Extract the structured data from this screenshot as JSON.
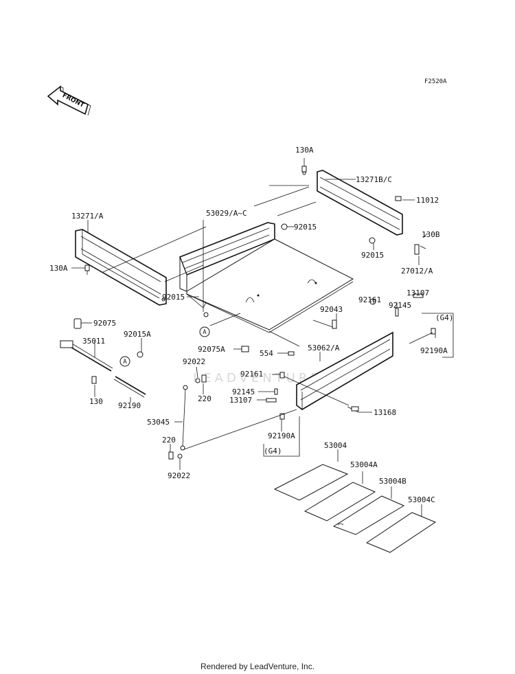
{
  "diagram_code": "F2520A",
  "front_label": "FRONT",
  "watermark": "LEADVENTURE",
  "footer": "Rendered by LeadVenture, Inc.",
  "callouts": [
    {
      "id": "c1",
      "text": "130A"
    },
    {
      "id": "c2",
      "text": "13271B/C"
    },
    {
      "id": "c3",
      "text": "11012"
    },
    {
      "id": "c4",
      "text": "13271/A"
    },
    {
      "id": "c5",
      "text": "53029/A~C"
    },
    {
      "id": "c6",
      "text": "92015"
    },
    {
      "id": "c7",
      "text": "130B"
    },
    {
      "id": "c8",
      "text": "92015"
    },
    {
      "id": "c9",
      "text": "130A"
    },
    {
      "id": "c10",
      "text": "27012/A"
    },
    {
      "id": "c11",
      "text": "13107"
    },
    {
      "id": "c12",
      "text": "92161"
    },
    {
      "id": "c13",
      "text": "92145"
    },
    {
      "id": "c14",
      "text": "92015"
    },
    {
      "id": "c15",
      "text": "92043"
    },
    {
      "id": "c16",
      "text": "(G4)"
    },
    {
      "id": "c17",
      "text": "92075"
    },
    {
      "id": "c18",
      "text": "35011"
    },
    {
      "id": "c19",
      "text": "92015A"
    },
    {
      "id": "c20",
      "text": "53062/A"
    },
    {
      "id": "c21",
      "text": "92190A"
    },
    {
      "id": "c22",
      "text": "92075A"
    },
    {
      "id": "c23",
      "text": "554"
    },
    {
      "id": "c24",
      "text": "92022"
    },
    {
      "id": "c25",
      "text": "92161"
    },
    {
      "id": "c26",
      "text": "220"
    },
    {
      "id": "c27",
      "text": "130"
    },
    {
      "id": "c28",
      "text": "92190"
    },
    {
      "id": "c29",
      "text": "92145"
    },
    {
      "id": "c30",
      "text": "13107"
    },
    {
      "id": "c31",
      "text": "13168"
    },
    {
      "id": "c32",
      "text": "53045"
    },
    {
      "id": "c33",
      "text": "92190A"
    },
    {
      "id": "c34",
      "text": "(G4)"
    },
    {
      "id": "c35",
      "text": "220"
    },
    {
      "id": "c36",
      "text": "53004"
    },
    {
      "id": "c37",
      "text": "53004A"
    },
    {
      "id": "c38",
      "text": "92022"
    },
    {
      "id": "c39",
      "text": "53004B"
    },
    {
      "id": "c40",
      "text": "53004C"
    }
  ],
  "ref_marks": [
    {
      "id": "r1",
      "text": "A"
    },
    {
      "id": "r2",
      "text": "A"
    }
  ]
}
